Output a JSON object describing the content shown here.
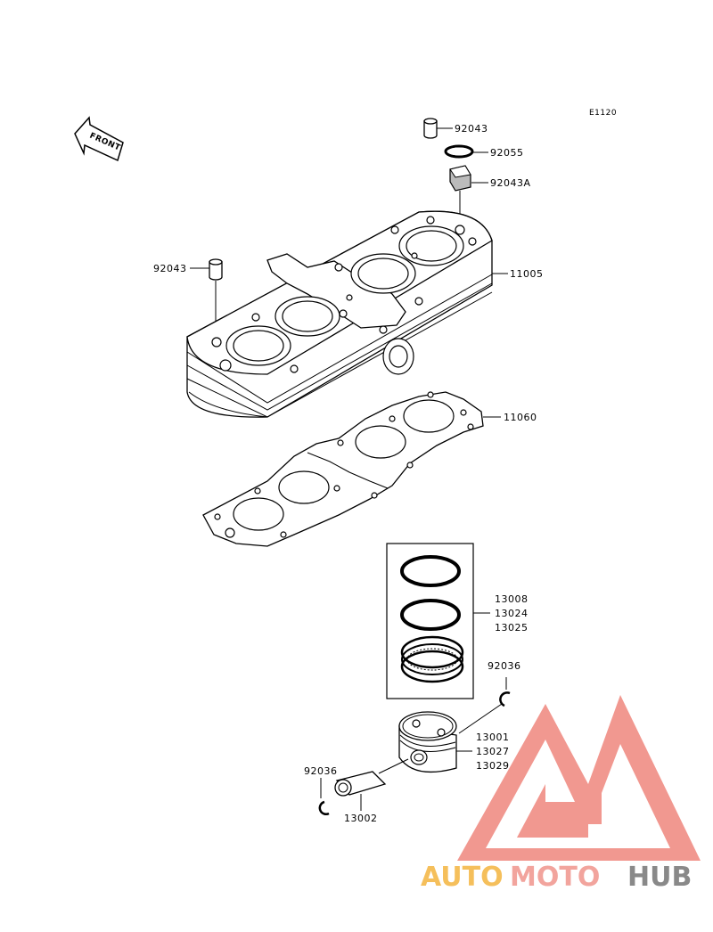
{
  "diagram_code": "E1120",
  "front_label": "FRONT",
  "parts": {
    "p92043_top": "92043",
    "p92055": "92055",
    "p92043A": "92043A",
    "p92043_left": "92043",
    "p11005": "11005",
    "p11060": "11060",
    "rings": [
      "13008",
      "13024",
      "13025"
    ],
    "p92036_right": "92036",
    "piston": [
      "13001",
      "13027",
      "13029"
    ],
    "p92036_left": "92036",
    "p13002": "13002"
  },
  "watermark": {
    "auto": "AUTO",
    "moto": "MOTO",
    "hub": "HUB",
    "colors": {
      "auto": "#f5b94a",
      "moto": "#f19b93",
      "hub": "#7d7d7d",
      "triangle": "#f08d85"
    }
  }
}
